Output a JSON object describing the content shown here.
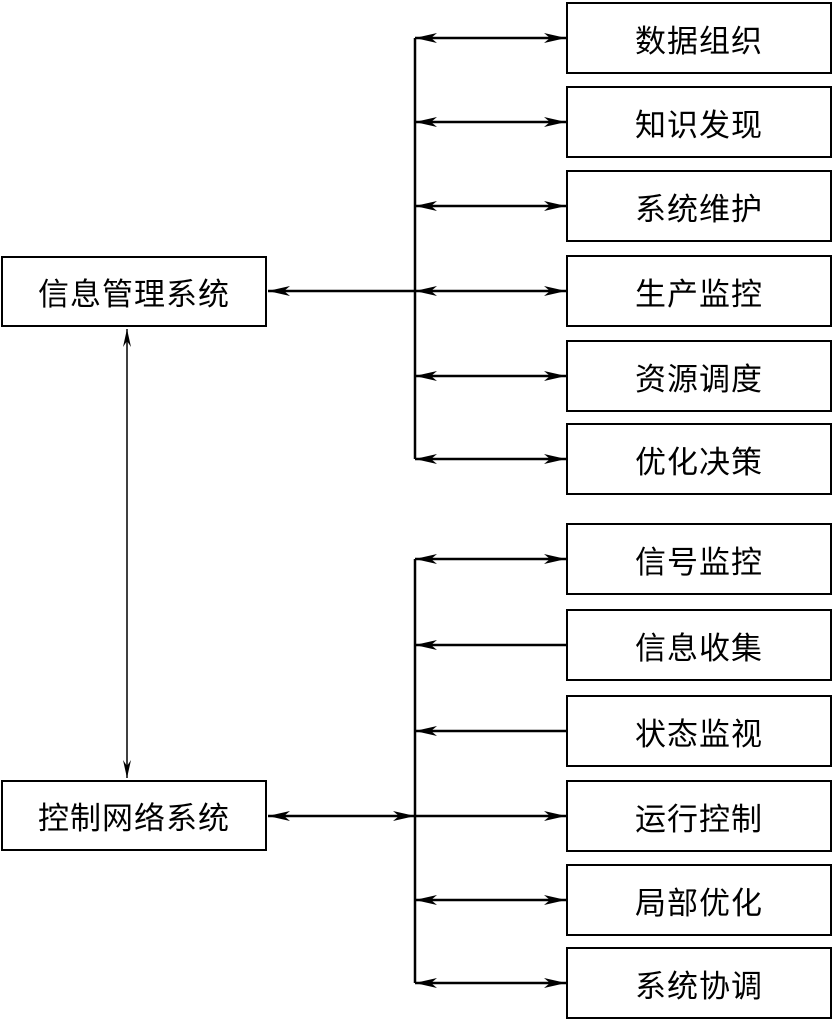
{
  "main_nodes": {
    "info": "信息管理系统",
    "control": "控制网络系统"
  },
  "info_branches": [
    "数据组织",
    "知识发现",
    "系统维护",
    "生产监控",
    "资源调度",
    "优化决策"
  ],
  "control_branches": [
    "信号监控",
    "信息收集",
    "状态监视",
    "运行控制",
    "局部优化",
    "系统协调"
  ],
  "control_branch_arrows": [
    "both",
    "left",
    "left",
    "right",
    "both",
    "both"
  ],
  "colors": {
    "line": "#000000",
    "box_border": "#000000",
    "background": "#ffffff"
  }
}
